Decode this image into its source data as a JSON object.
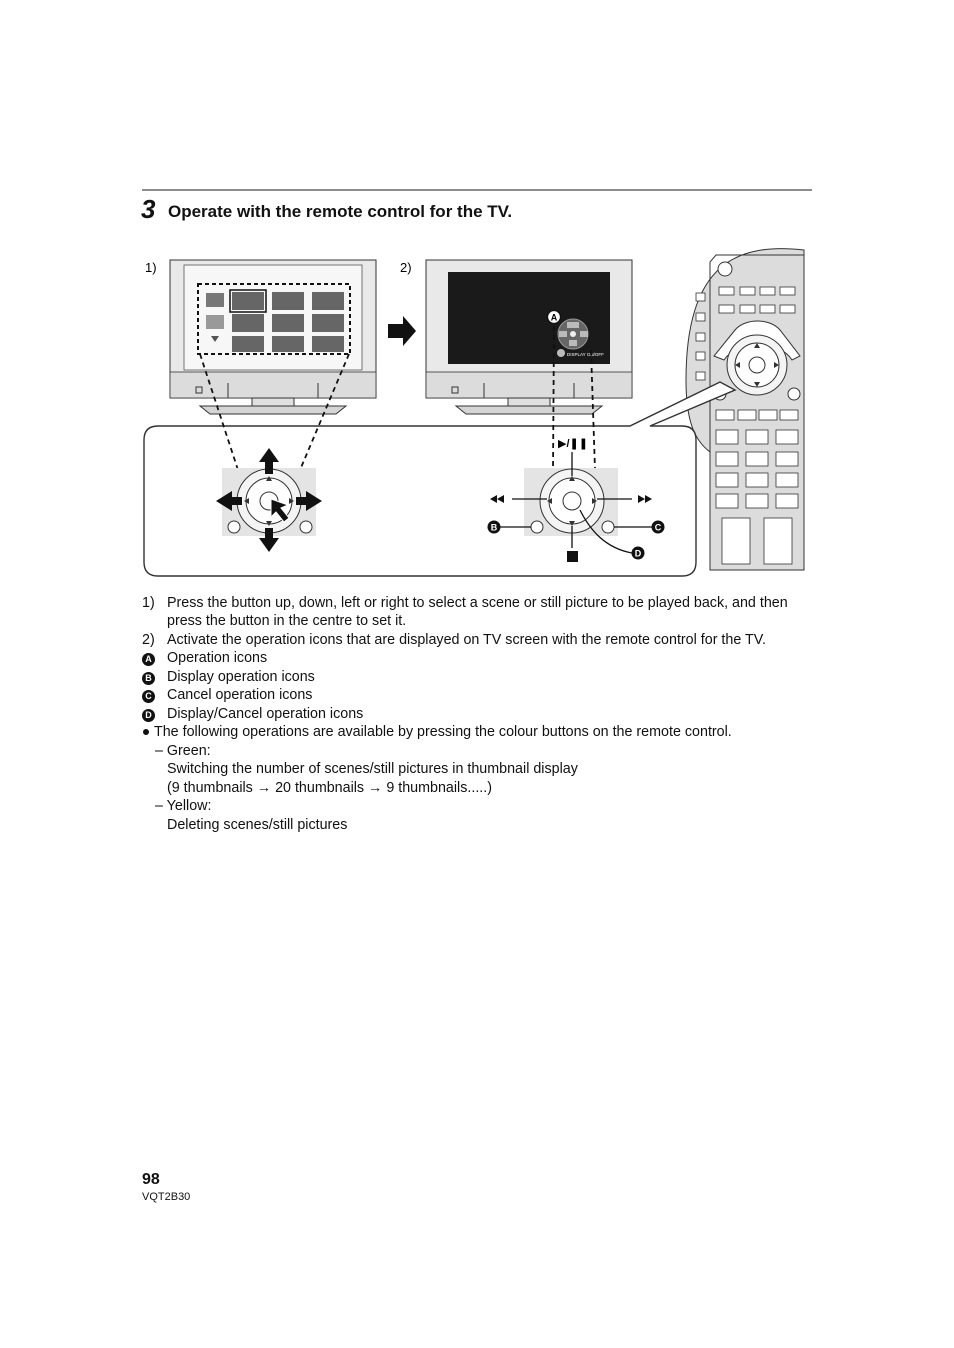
{
  "step": {
    "number": "3",
    "title": "Operate with the remote control for the TV."
  },
  "figure": {
    "label_1": "1)",
    "label_2": "2)",
    "osd_text": "DISPLAY ON/OFF",
    "callouts": {
      "a": "A",
      "b": "B",
      "c": "C",
      "d": "D"
    },
    "play_pause_glyph": "▶/❚❚"
  },
  "instructions": {
    "item1_num": "1)",
    "item1_line1": "Press the button up, down, left or right to select a scene or still picture to be played back, and then",
    "item1_line2": "press the button in the centre to set it.",
    "item2_num": "2)",
    "item2_line1": "Activate the operation icons that are displayed on TV screen with the remote control for the TV."
  },
  "legend": [
    {
      "mark": "A",
      "text": "Operation icons"
    },
    {
      "mark": "B",
      "text": "Display operation icons"
    },
    {
      "mark": "C",
      "text": "Cancel operation icons"
    },
    {
      "mark": "D",
      "text": "Display/Cancel operation icons"
    }
  ],
  "note": {
    "text": "The following operations are available by pressing the colour buttons on the remote control.",
    "green_label": "– Green:",
    "green_desc1": "Switching the number of scenes/still pictures in thumbnail display",
    "green_desc2": "(9 thumbnails → 20 thumbnails → 9 thumbnails.....)",
    "yellow_label": "– Yellow:",
    "yellow_desc": "Deleting scenes/still pictures"
  },
  "footer": {
    "page": "98",
    "code": "VQT2B30"
  }
}
